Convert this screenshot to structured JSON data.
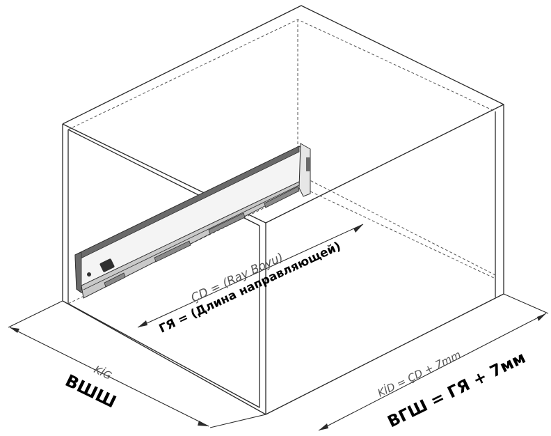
{
  "labels": {
    "rail_length_tr": "ÇD = (Ray Boyu)",
    "rail_length_ru": "ГЯ = (Длина направляющей)",
    "inner_width_tr": "KİG",
    "inner_width_ru": "ВШШ",
    "inner_depth_tr": "KİD = ÇD + 7mm",
    "inner_depth_ru": "ВГШ = ГЯ + 7мм"
  },
  "colors": {
    "line": "#2a2a2a",
    "dashed": "#555555",
    "rail_dark": "#2f2f2f",
    "rail_mid": "#6a6a6a",
    "rail_light": "#c9c9c9"
  }
}
